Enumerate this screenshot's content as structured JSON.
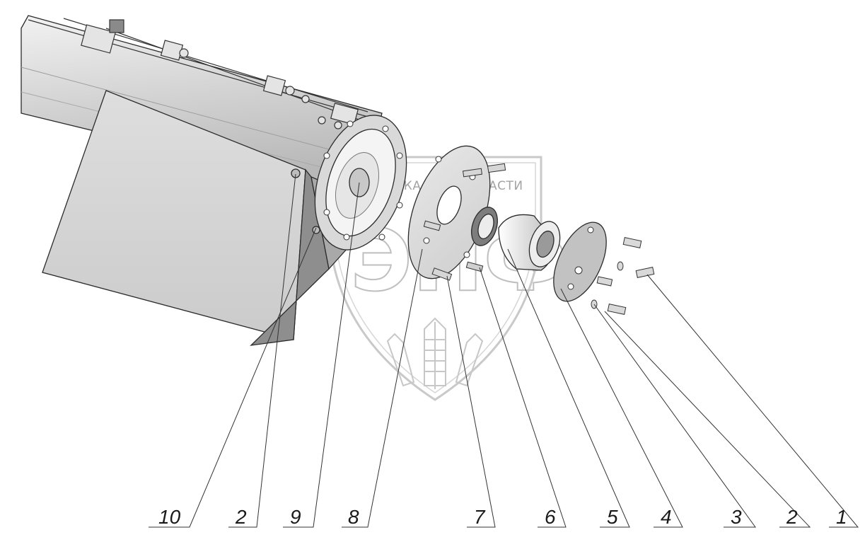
{
  "watermark": {
    "left_text": "ТЕХНИКА",
    "right_text": "ЗАПЧАСТИ",
    "logo_letters": "ЭПФ"
  },
  "callouts": [
    {
      "label": "10"
    },
    {
      "label": "2"
    },
    {
      "label": "9"
    },
    {
      "label": "8"
    },
    {
      "label": "7"
    },
    {
      "label": "6"
    },
    {
      "label": "5"
    },
    {
      "label": "4"
    },
    {
      "label": "3"
    },
    {
      "label": "2"
    },
    {
      "label": "1"
    }
  ]
}
